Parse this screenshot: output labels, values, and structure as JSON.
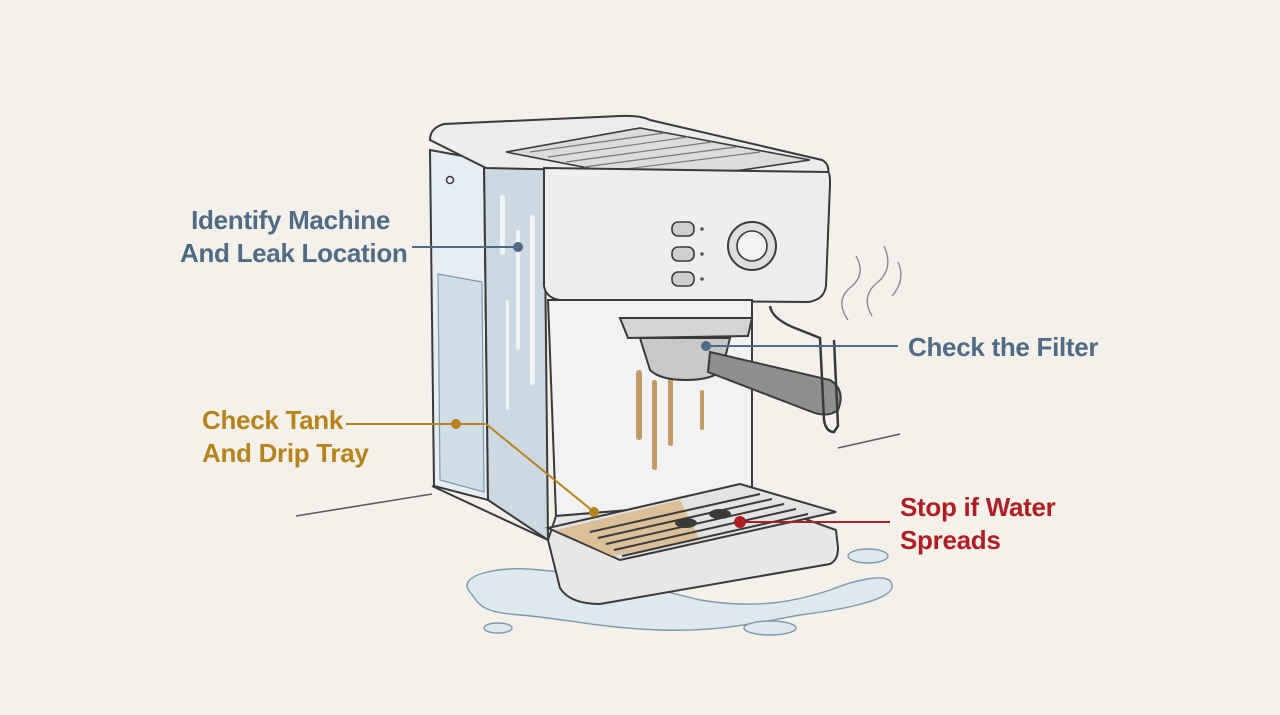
{
  "colors": {
    "background": "#f3f1ea",
    "identify": "#4f6b85",
    "filter": "#4f6b85",
    "tank": "#b8821c",
    "stop": "#b01e23",
    "outline": "#3a3a3a",
    "water": "#cfdde7",
    "coffee": "#b98b4c"
  },
  "labels": {
    "identify": {
      "line1": "Identify Machine",
      "line2": "And Leak Location",
      "icon": "leak-location-marker"
    },
    "filter": {
      "line1": "Check the Filter",
      "icon": "portafilter-marker"
    },
    "tank": {
      "line1": "Check Tank",
      "line2": "And Drip Tray",
      "icon": "drip-tray-marker"
    },
    "stop": {
      "line1": "Stop if Water",
      "line2": "Spreads",
      "icon": "water-spread-marker"
    }
  }
}
